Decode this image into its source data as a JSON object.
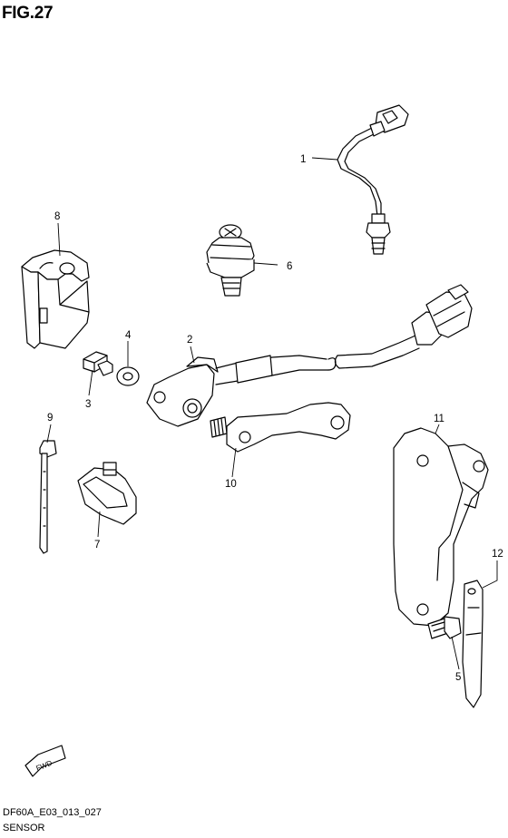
{
  "figure": {
    "title": "FIG.27",
    "code": "DF60A_E03_013_027",
    "name": "SENSOR"
  },
  "parts": [
    {
      "number": "1"
    },
    {
      "number": "2"
    },
    {
      "number": "3"
    },
    {
      "number": "4"
    },
    {
      "number": "5"
    },
    {
      "number": "6"
    },
    {
      "number": "7"
    },
    {
      "number": "8"
    },
    {
      "number": "9"
    },
    {
      "number": "10"
    },
    {
      "number": "11"
    },
    {
      "number": "12"
    }
  ],
  "direction_marker": {
    "label": "FWD",
    "icon": "fwd-arrow-icon"
  }
}
